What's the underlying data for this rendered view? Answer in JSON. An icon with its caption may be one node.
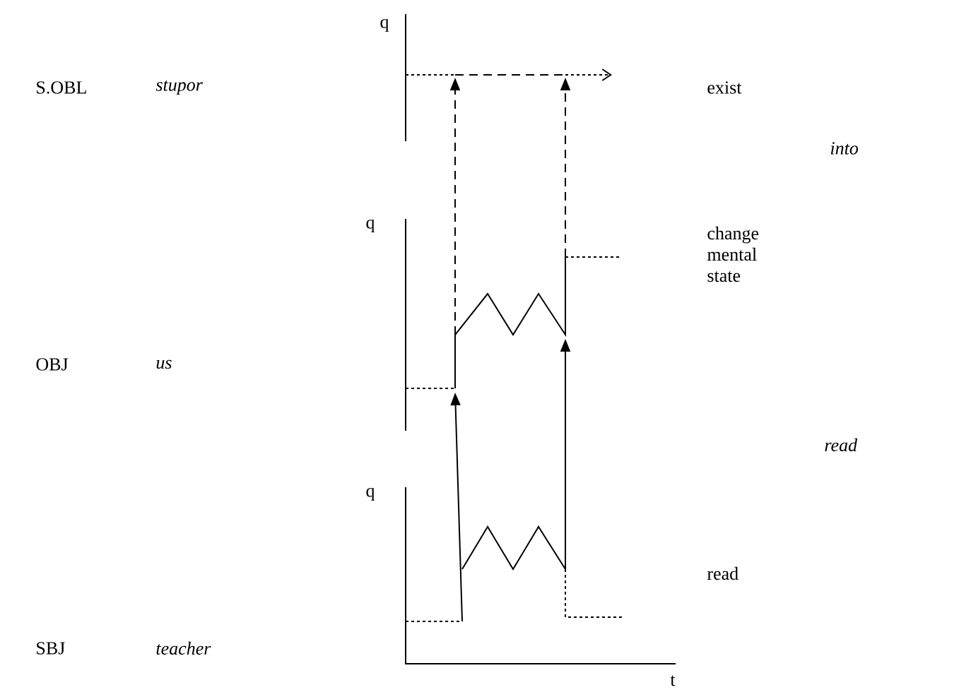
{
  "diagram": {
    "labels": [
      "q",
      "S.OBL",
      "stupor",
      "exist",
      "into",
      "q",
      "change mental state",
      "OBJ",
      "us",
      "read",
      "q",
      "read",
      "SBJ",
      "teacher",
      "t"
    ]
  }
}
